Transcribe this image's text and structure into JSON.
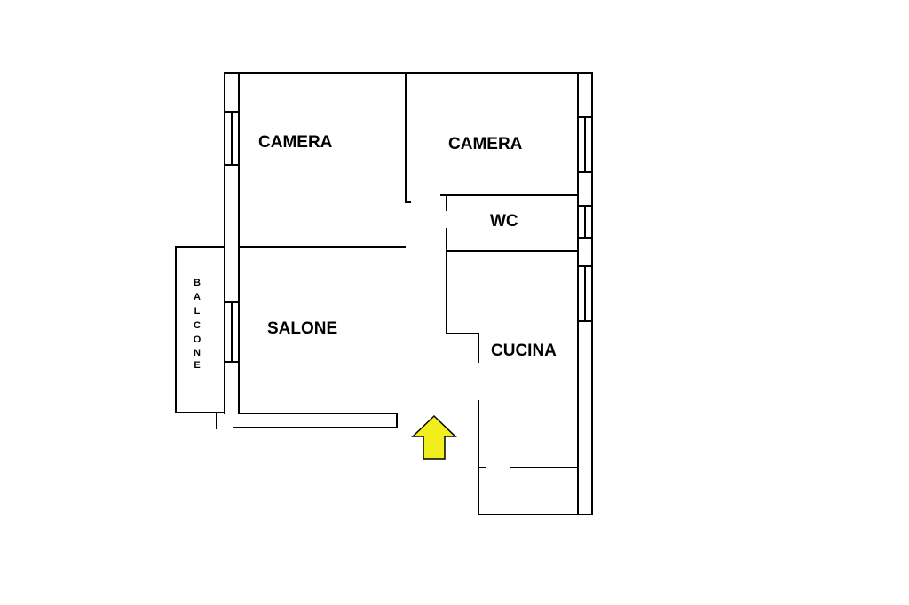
{
  "floorplan": {
    "rooms": {
      "camera_left": "CAMERA",
      "camera_right": "CAMERA",
      "wc": "WC",
      "salone": "SALONE",
      "cucina": "CUCINA"
    },
    "balcony_letters": [
      "B",
      "A",
      "L",
      "C",
      "O",
      "N",
      "E"
    ],
    "entrance_arrow_color": "#f2ee1d",
    "wall_color": "#000000"
  }
}
